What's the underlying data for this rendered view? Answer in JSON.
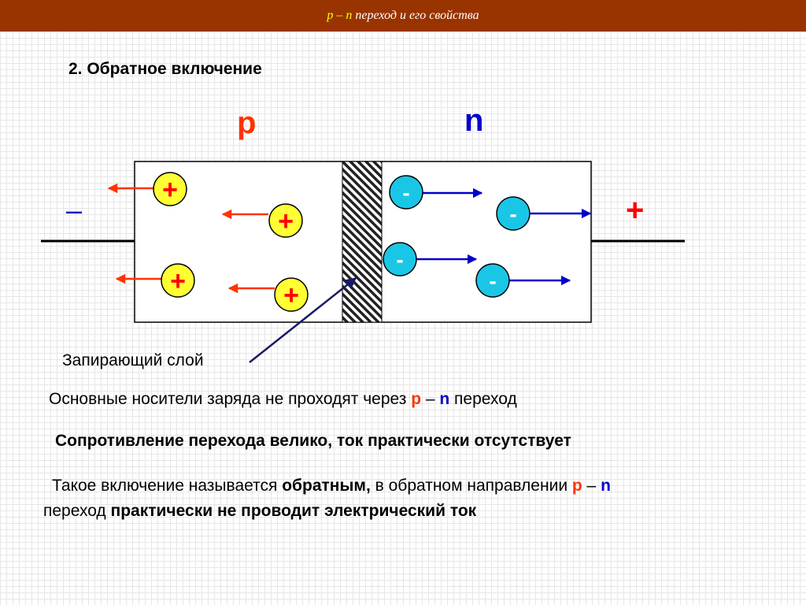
{
  "header": {
    "pn": "p – n",
    "rest": " переход и его свойства",
    "color": "#993300"
  },
  "subtitle": "2. Обратное включение",
  "diagram": {
    "p_label": "p",
    "n_label": "n",
    "left_terminal": "–",
    "right_terminal": "+",
    "hole_symbol": "+",
    "electron_symbol": "-",
    "blocking_layer_label": "Запирающий слой",
    "hole_color": "#ffff33",
    "electron_color": "#1ac6e6",
    "hole_arrow_color": "#ff3300",
    "electron_arrow_color": "#0000cc"
  },
  "text": {
    "line1_a": "Основные носители заряда не проходят через ",
    "line1_p": "p",
    "line1_dash": " – ",
    "line1_n": "n",
    "line1_b": " переход",
    "line2": "Сопротивление перехода велико, ток практически отсутствует",
    "line3_a": "Такое включение называется ",
    "line3_bold": "обратным,",
    "line3_b": " в обратном направлении ",
    "line3_p": "p",
    "line3_dash": " – ",
    "line3_n": "n",
    "line4_a": "переход ",
    "line4_bold": "практически не проводит электрический ток"
  }
}
